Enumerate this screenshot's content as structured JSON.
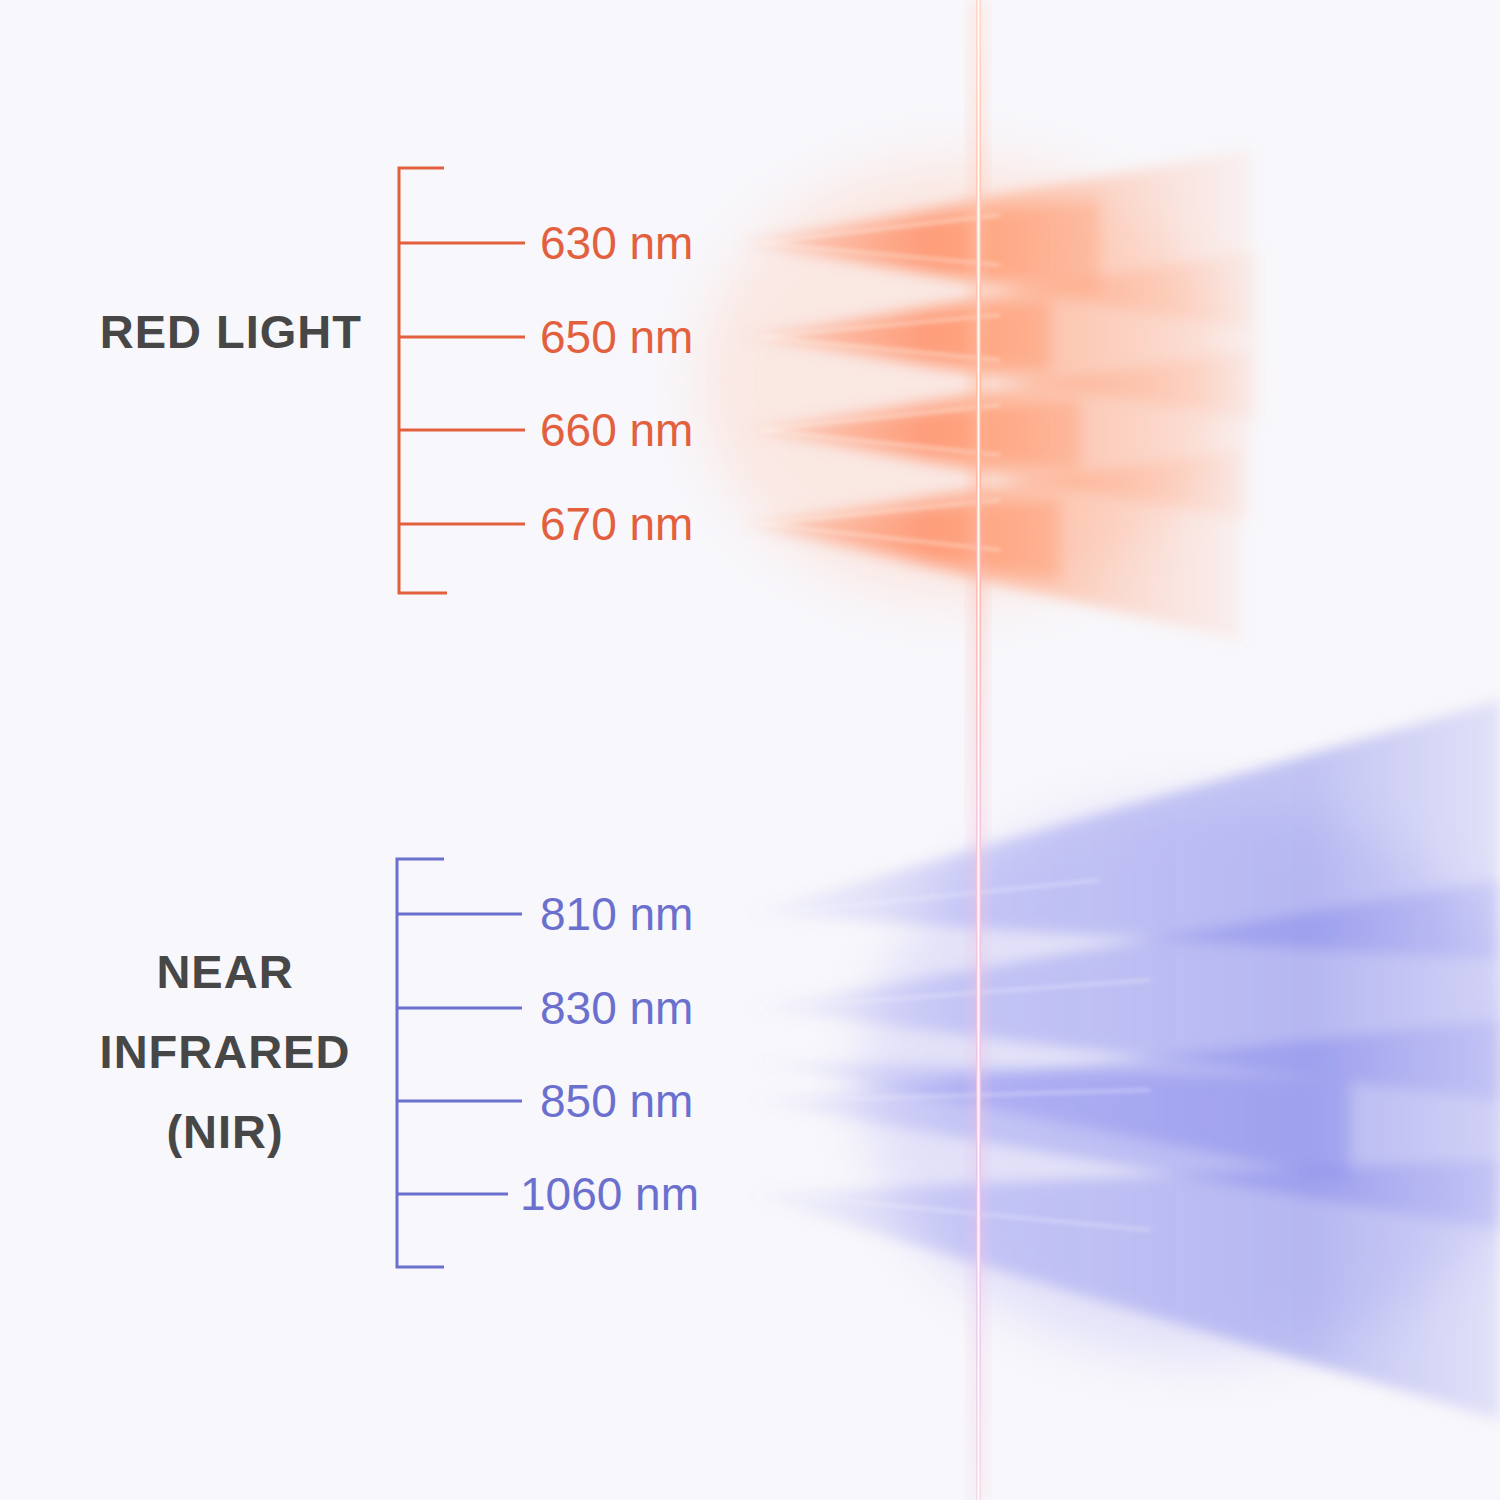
{
  "diagram": {
    "labels": [
      "RED LIGHT",
      "630 nm",
      "650 nm",
      "660 nm",
      "670 nm",
      "NEAR INFRARED (NIR)",
      "810 nm",
      "830 nm",
      "850 nm",
      "1060 nm"
    ]
  }
}
